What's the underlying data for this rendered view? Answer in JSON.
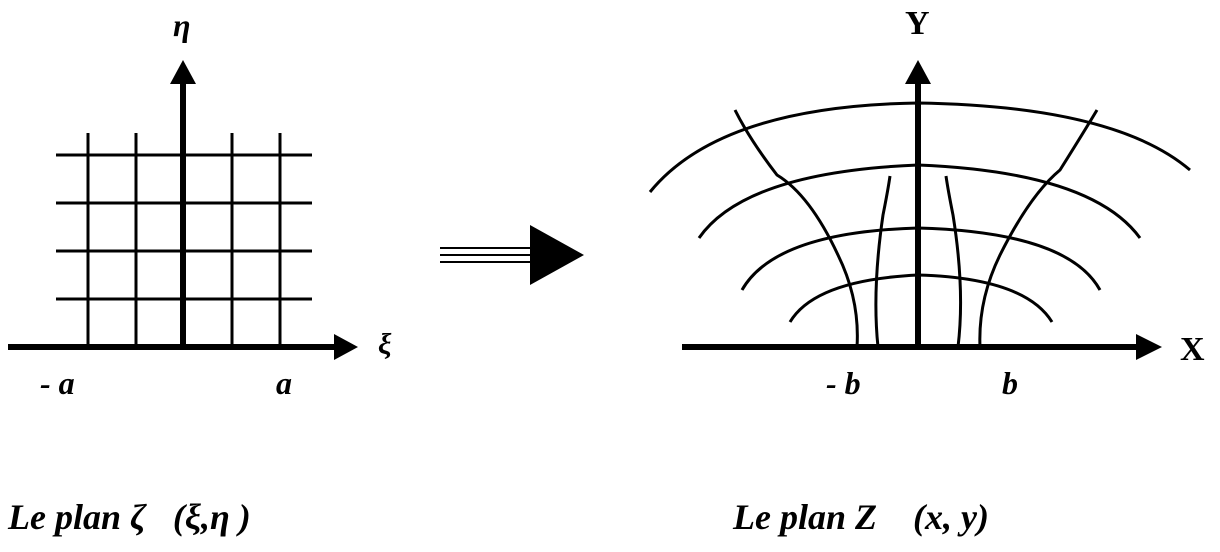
{
  "left_plane": {
    "vertical_axis_label": "η",
    "horizontal_axis_label": "ξ",
    "tick_left": "- a",
    "tick_right": "a",
    "caption": "Le plan ζ   (ξ,η )"
  },
  "right_plane": {
    "vertical_axis_label": "Y",
    "horizontal_axis_label": "X",
    "tick_left": "- b",
    "tick_right": "b",
    "caption": "Le plan Z    (x, y)"
  }
}
